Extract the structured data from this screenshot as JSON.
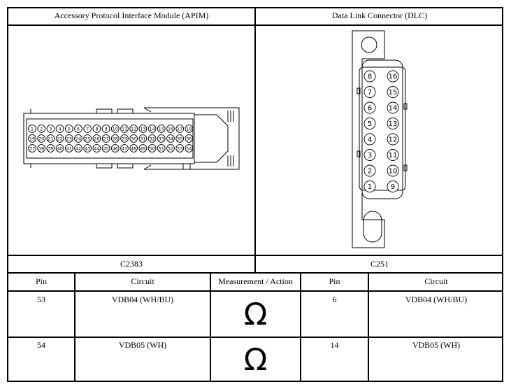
{
  "header": {
    "left_title": "Accessory Protocol Interface Module (APIM)",
    "right_title": "Data Link Connector (DLC)"
  },
  "connectors": {
    "left_id": "C2383",
    "right_id": "C251",
    "apim_pins_row1": [
      "1",
      "2",
      "3",
      "4",
      "5",
      "6",
      "7",
      "8",
      "9",
      "10",
      "11",
      "12",
      "13",
      "14",
      "15",
      "16",
      "17",
      "18"
    ],
    "apim_pins_row2": [
      "19",
      "20",
      "21",
      "22",
      "23",
      "24",
      "25",
      "26",
      "27",
      "28",
      "29",
      "30",
      "31",
      "32",
      "33",
      "34",
      "35",
      "36"
    ],
    "apim_pins_row3": [
      "37",
      "38",
      "39",
      "40",
      "41",
      "42",
      "43",
      "44",
      "45",
      "46",
      "47",
      "48",
      "49",
      "50",
      "51",
      "52",
      "53",
      "54"
    ],
    "dlc_pins_left": [
      "8",
      "7",
      "6",
      "5",
      "4",
      "3",
      "2",
      "1"
    ],
    "dlc_pins_right": [
      "16",
      "15",
      "14",
      "13",
      "12",
      "11",
      "10",
      "9"
    ]
  },
  "table": {
    "headers": [
      "Pin",
      "Circuit",
      "Measurement / Action",
      "Pin",
      "Circuit"
    ],
    "rows": [
      {
        "pin_left": "53",
        "circuit_left": "VDB04 (WH/BU)",
        "action": "Ω",
        "pin_right": "6",
        "circuit_right": "VDB04 (WH/BU)"
      },
      {
        "pin_left": "54",
        "circuit_left": "VDB05 (WH)",
        "action": "Ω",
        "pin_right": "14",
        "circuit_right": "VDB05 (WH)"
      }
    ]
  }
}
